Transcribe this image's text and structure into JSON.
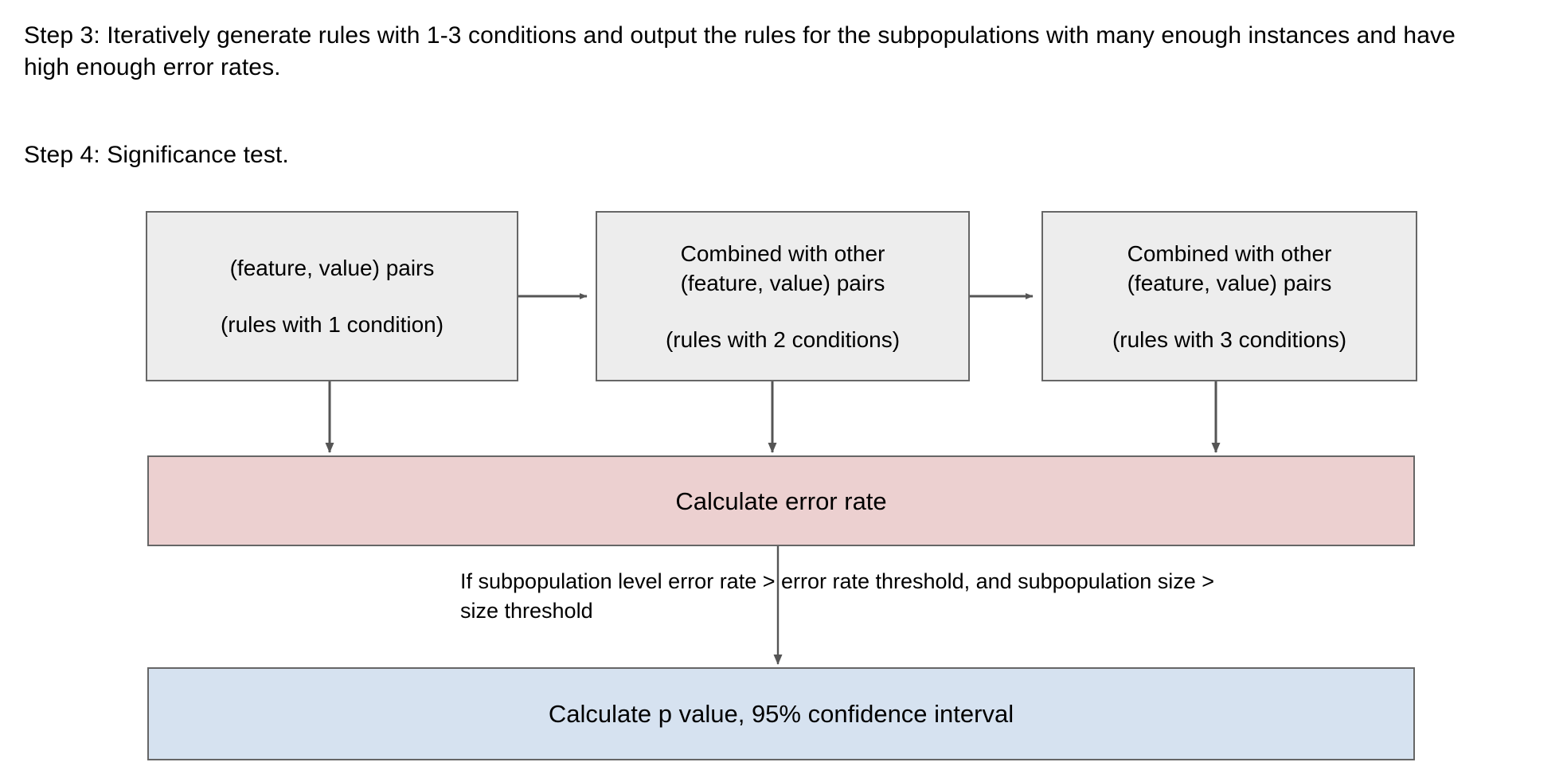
{
  "page": {
    "background": "#ffffff",
    "text_color": "#000000"
  },
  "steps": {
    "step3": "Step 3: Iteratively generate rules with 1-3 conditions and output the rules for the subpopulations with many enough instances and have high enough error rates.",
    "step4": "Step 4: Significance test."
  },
  "diagram": {
    "boxes": {
      "condition1": {
        "line1": "(feature, value) pairs",
        "line2": "(rules with 1 condition)",
        "fill": "#EDEDED",
        "border": "#666666"
      },
      "condition2": {
        "line1": "Combined with other",
        "line2": "(feature, value) pairs",
        "line3": "(rules with 2 conditions)",
        "fill": "#EDEDED",
        "border": "#666666"
      },
      "condition3": {
        "line1": "Combined with other",
        "line2": "(feature, value) pairs",
        "line3": "(rules with 3 conditions)",
        "fill": "#EDEDED",
        "border": "#666666"
      },
      "error_rate": {
        "label": "Calculate error rate",
        "fill": "#ECD0D0",
        "border": "#666666"
      },
      "p_value": {
        "label": "Calculate p value, 95% confidence interval",
        "fill": "#D6E2F0",
        "border": "#666666"
      }
    },
    "annotations": {
      "condition_gate": "If subpopulation level error rate > error rate threshold, and subpopulation size > size threshold"
    },
    "connector_color": "#555555"
  }
}
